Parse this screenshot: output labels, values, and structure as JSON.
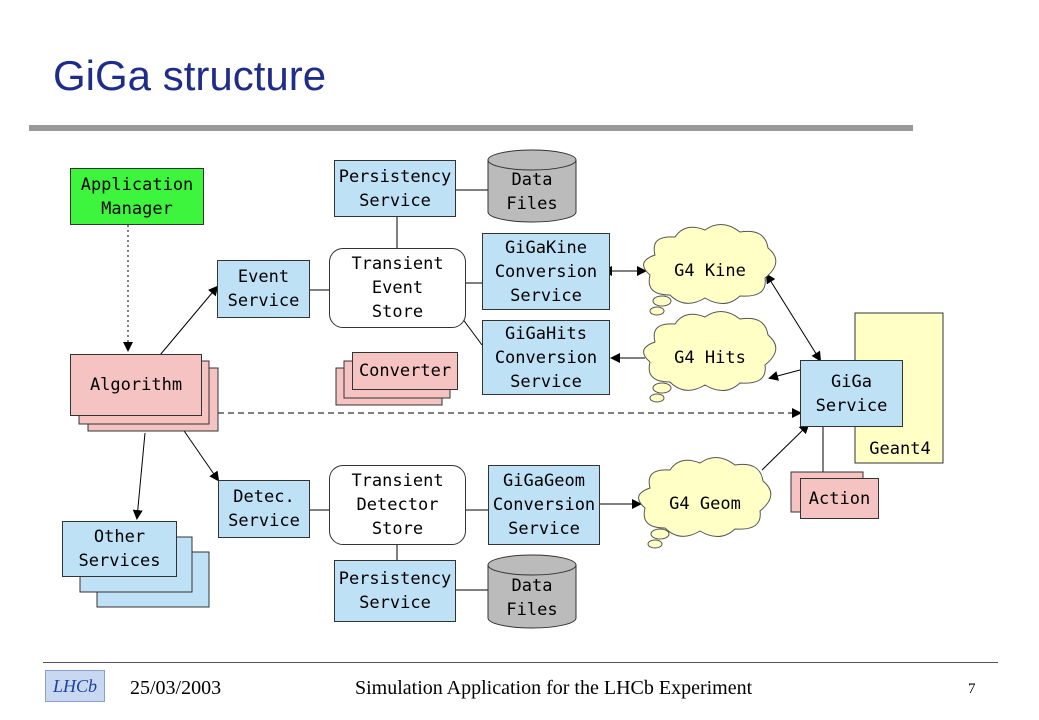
{
  "title": "GiGa structure",
  "nodes": {
    "application_manager": "Application\nManager",
    "algorithm": "Algorithm",
    "event_service": "Event\nService",
    "detec_service": "Detec.\nService",
    "other_services": "Other\nServices",
    "persistency_service_top": "Persistency\nService",
    "persistency_service_bottom": "Persistency\nService",
    "data_files_top": "Data\nFiles",
    "data_files_bottom": "Data\nFiles",
    "transient_event_store": "Transient\nEvent\nStore",
    "transient_detector_store": "Transient\nDetector\nStore",
    "converter": "Converter",
    "gigakine_conversion_service": "GiGaKine\nConversion\nService",
    "gigahits_conversion_service": "GiGaHits\nConversion\nService",
    "gigageom_conversion_service": "GiGaGeom\nConversion\nService",
    "g4_kine": "G4 Kine",
    "g4_hits": "G4 Hits",
    "g4_geom": "G4 Geom",
    "giga_service": "GiGa\nService",
    "geant4": "Geant4",
    "action": "Action"
  },
  "colors": {
    "blue_box": "#bfe1f6",
    "green_box": "#3cf53c",
    "pink_box": "#f6c3c3",
    "cloud": "#ffffc6",
    "cylinder": "#bbbbbb",
    "title": "#1f2d8a"
  },
  "footer": {
    "date": "25/03/2003",
    "subtitle": "Simulation Application for the LHCb Experiment",
    "page": "7",
    "logo": "LHCb"
  }
}
